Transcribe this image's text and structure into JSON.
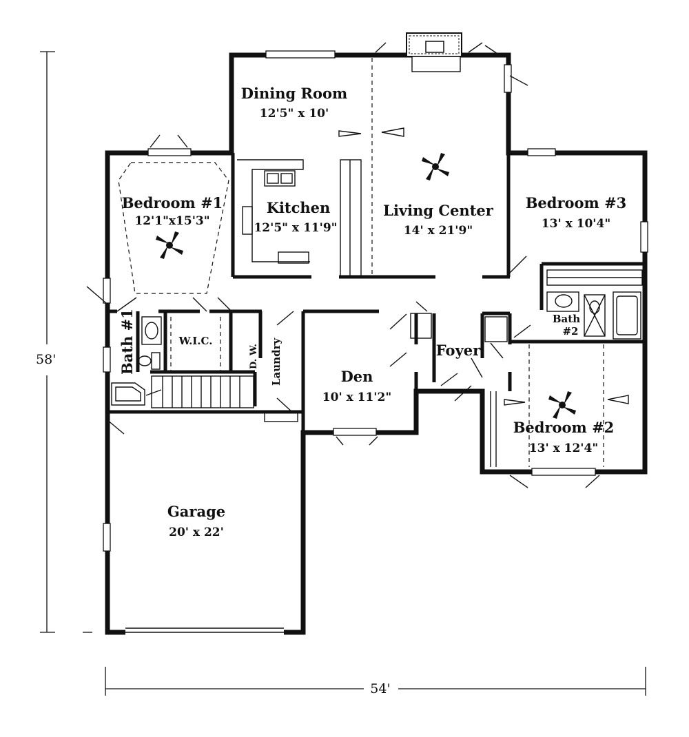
{
  "overall": {
    "width_label": "54'",
    "depth_label": "58'"
  },
  "rooms": {
    "dining": {
      "name": "Dining Room",
      "size": "12'5\" x 10'"
    },
    "kitchen": {
      "name": "Kitchen",
      "size": "12'5\" x 11'9\""
    },
    "living": {
      "name": "Living Center",
      "size": "14' x 21'9\""
    },
    "bedroom1": {
      "name": "Bedroom #1",
      "size": "12'1\"x15'3\""
    },
    "bedroom3": {
      "name": "Bedroom #3",
      "size": "13' x 10'4\""
    },
    "bedroom2": {
      "name": "Bedroom #2",
      "size": "13' x 12'4\""
    },
    "den": {
      "name": "Den",
      "size": "10' x 11'2\""
    },
    "garage": {
      "name": "Garage",
      "size": "20' x 22'"
    },
    "bath1": {
      "name": "Bath #1"
    },
    "bath2": {
      "name": "Bath",
      "num": "#2"
    },
    "wic": {
      "name": "W.I.C."
    },
    "dw": {
      "name": "D. W."
    },
    "laundry": {
      "name": "Laundry"
    },
    "foyer": {
      "name": "Foyer"
    }
  }
}
